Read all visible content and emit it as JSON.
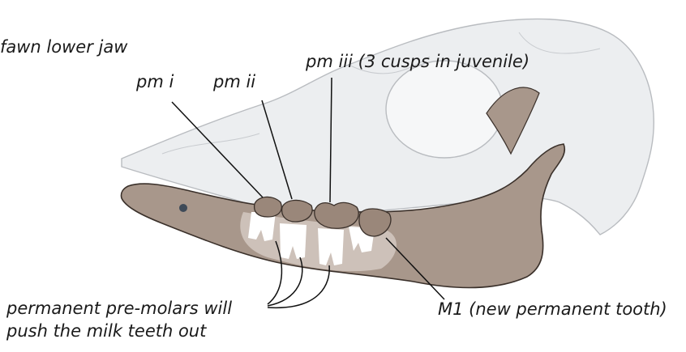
{
  "title": "fawn lower jaw",
  "labels": {
    "pm1": "pm i",
    "pm2": "pm ii",
    "pm3": "pm iii (3 cusps in juvenile)",
    "permanent_line1": "permanent pre-molars  will",
    "permanent_line2": "push the milk teeth out",
    "m1": "M1  (new permanent tooth)"
  },
  "colors": {
    "skull_fill": "#eceef0",
    "skull_stroke": "#b9bcc0",
    "jaw_fill": "#a8978b",
    "jaw_stroke": "#3a302a",
    "tooth_fill": "#ffffff",
    "milk_tooth_fill": "#9a877a",
    "leader_line": "#111111"
  }
}
